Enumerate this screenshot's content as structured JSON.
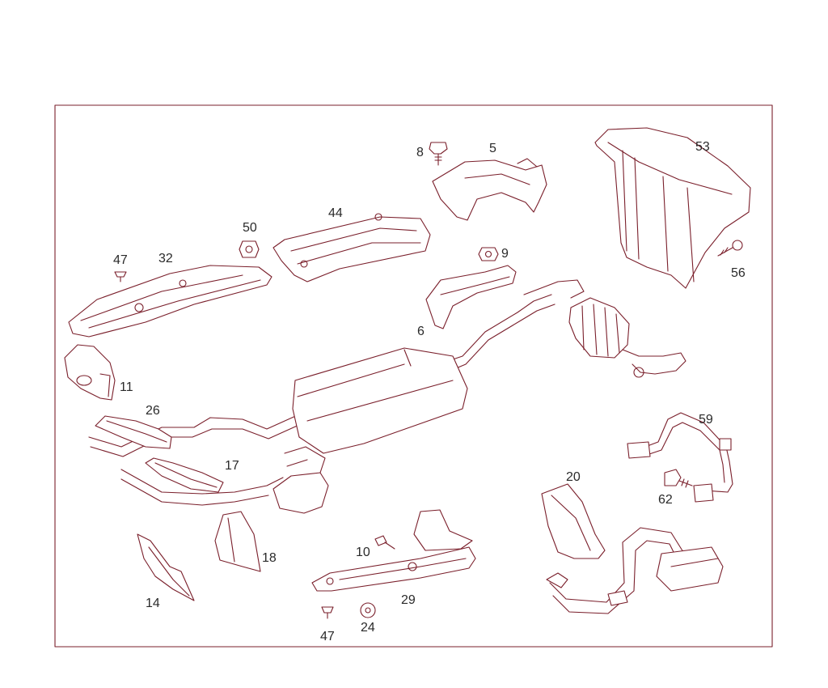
{
  "colors": {
    "line": "#7a1f2b",
    "label": "#2a2a2a",
    "background": "#ffffff"
  },
  "callouts": {
    "c5": "5",
    "c6": "6",
    "c8": "8",
    "c9": "9",
    "c10": "10",
    "c11": "11",
    "c14": "14",
    "c17": "17",
    "c18": "18",
    "c20": "20",
    "c24": "24",
    "c26": "26",
    "c29": "29",
    "c32": "32",
    "c44": "44",
    "c47a": "47",
    "c47b": "47",
    "c50": "50",
    "c53": "53",
    "c56": "56",
    "c59": "59",
    "c62": "62"
  }
}
